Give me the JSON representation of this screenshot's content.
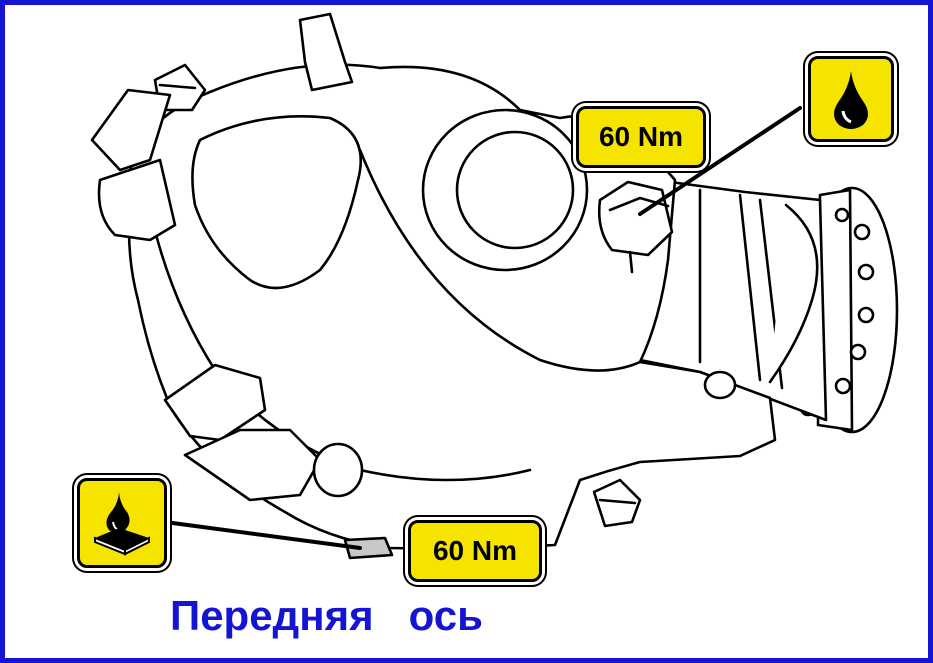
{
  "caption": "Передняя   ось",
  "labels": {
    "torque_top": "60 Nm",
    "torque_bottom": "60 Nm"
  },
  "icons": {
    "top_badge": "oil-drop-icon",
    "bottom_badge": "sealant-drop-icon"
  },
  "colors": {
    "frame": "#1414d2",
    "badge_fill": "#f5e400",
    "caption": "#1414d2"
  }
}
